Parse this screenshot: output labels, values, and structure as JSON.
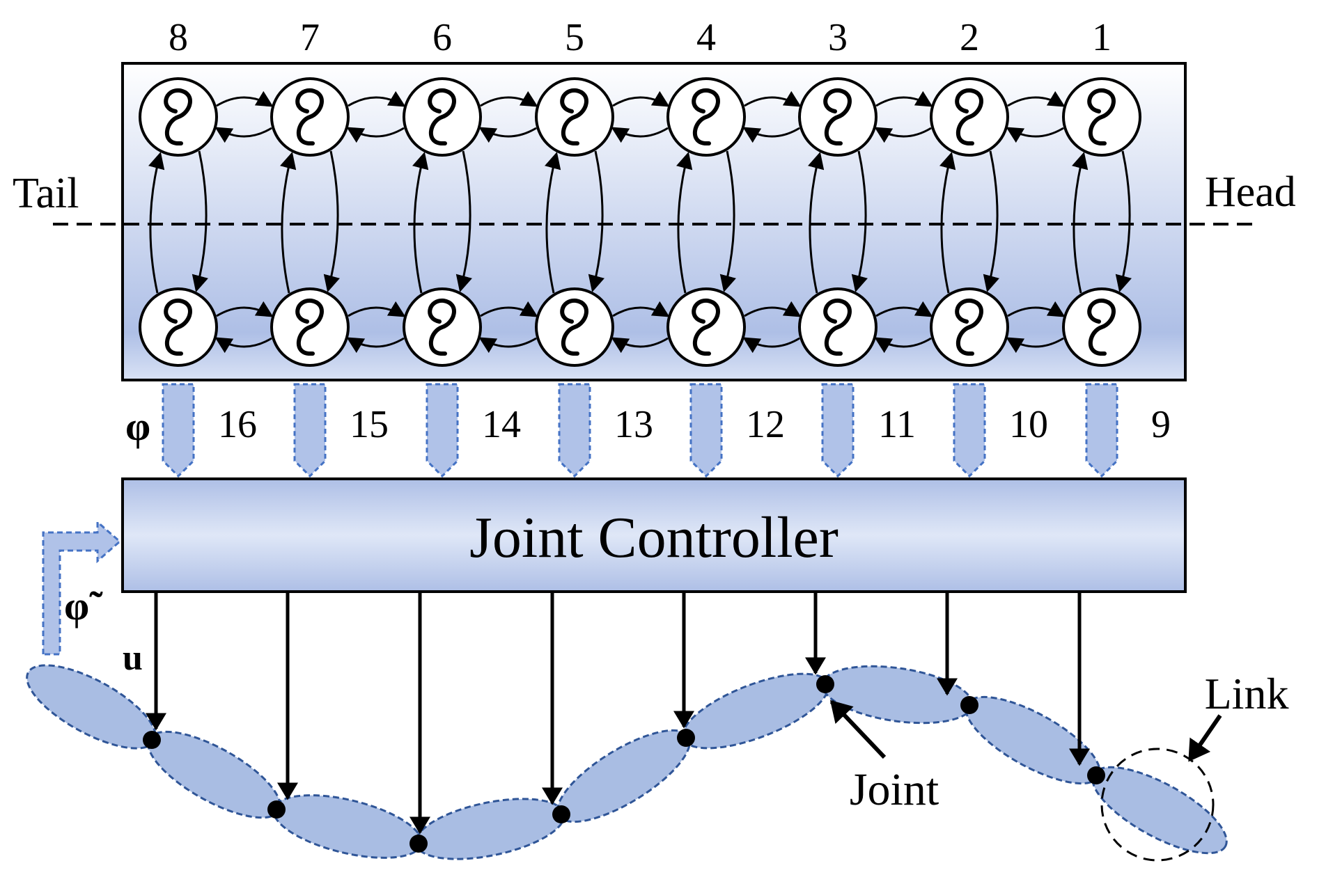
{
  "top_numbers": [
    "8",
    "7",
    "6",
    "5",
    "4",
    "3",
    "2",
    "1"
  ],
  "bottom_numbers": [
    "16",
    "15",
    "14",
    "13",
    "12",
    "11",
    "10",
    "9"
  ],
  "labels": {
    "tail": "Tail",
    "head": "Head",
    "phi": "φ",
    "phi_tilde": "φ̃",
    "u": "u",
    "controller": "Joint Controller",
    "joint": "Joint",
    "link": "Link"
  },
  "colors": {
    "panel_top": "#ffffff",
    "panel_mid": "#aebfe6",
    "link_fill": "#a9bde3",
    "link_stroke": "#2f5597",
    "arrow_fill": "#b0c2e8",
    "arrow_stroke": "#4472c4"
  }
}
